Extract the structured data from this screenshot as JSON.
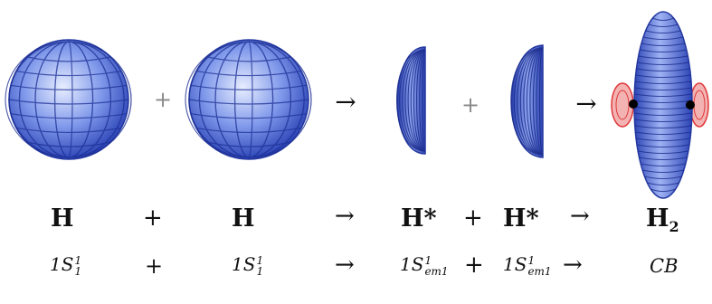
{
  "diagram": {
    "row_top": {
      "op1": "+",
      "arrow1": "→",
      "op2": "+",
      "arrow2": "→"
    },
    "row_symbols": {
      "a": "H",
      "op1": "+",
      "b": "H",
      "arrow1": "→",
      "c": "H*",
      "op2": "+",
      "d": "H*",
      "arrow2": "→",
      "product_base": "H",
      "product_sub": "2"
    },
    "row_configs": {
      "a_base": "1S",
      "a_sup": "1",
      "a_sub": "1",
      "op1": "+",
      "b_base": "1S",
      "b_sup": "1",
      "b_sub": "1",
      "arrow1": "→",
      "c_base": "1S",
      "c_sup": "1",
      "c_sub": "em1",
      "op2": "+",
      "d_base": "1S",
      "d_sup": "1",
      "d_sub": "em1",
      "arrow2": "→",
      "product": "CB"
    },
    "colors": {
      "orbital_blue": "#3a5fd8",
      "orbital_light": "#b9c8f5",
      "orbital_dark": "#1a2a8a",
      "lobe_red": "#e0383a",
      "nucleus": "#000000"
    }
  }
}
